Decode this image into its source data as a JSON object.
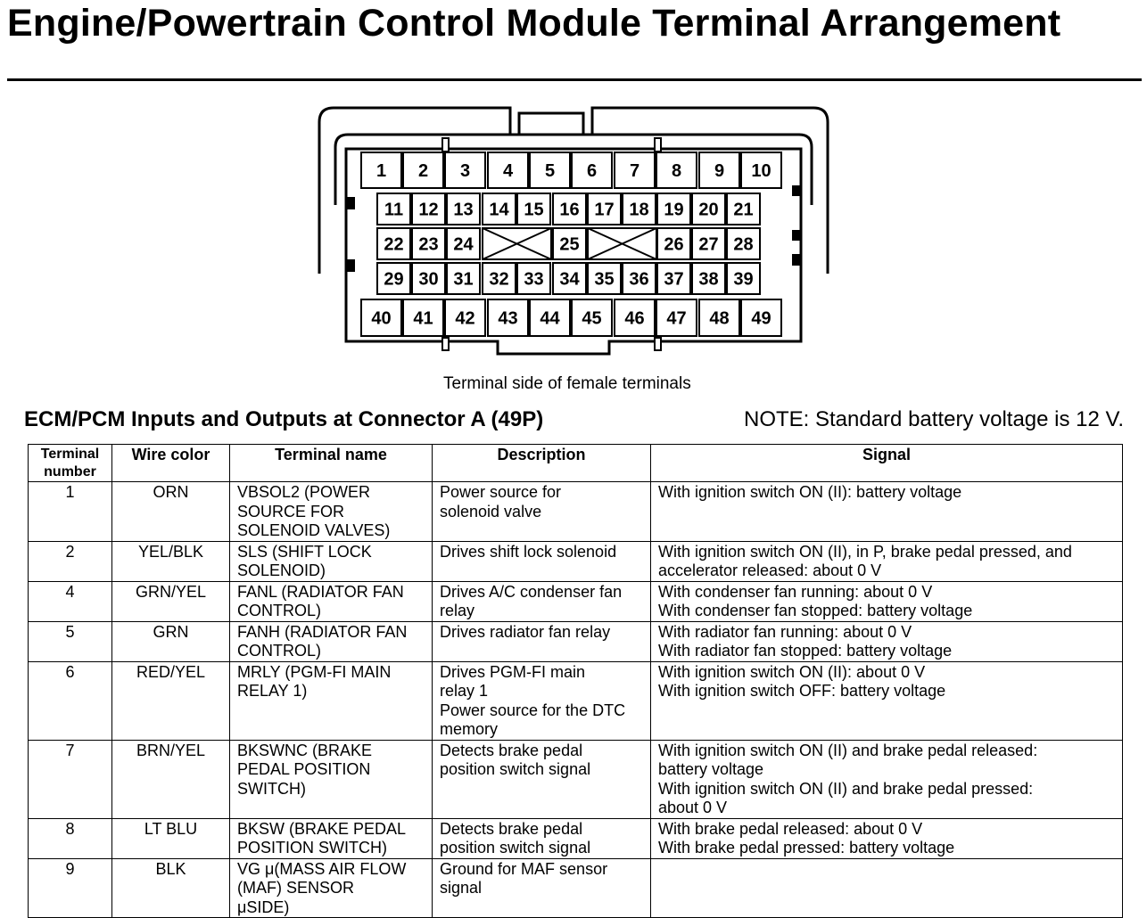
{
  "page_title": "Engine/Powertrain Control Module Terminal Arrangement",
  "connector": {
    "caption": "Terminal side of female terminals",
    "pins_row1": [
      "1",
      "2",
      "3",
      "4",
      "5",
      "6",
      "7",
      "8",
      "9",
      "10"
    ],
    "pins_row2": [
      "11",
      "12",
      "13",
      "14",
      "15",
      "16",
      "17",
      "18",
      "19",
      "20",
      "21"
    ],
    "pins_row3": [
      "22",
      "23",
      "24",
      "",
      "25",
      "",
      "26",
      "27",
      "28"
    ],
    "pins_row4": [
      "29",
      "30",
      "31",
      "32",
      "33",
      "34",
      "35",
      "36",
      "37",
      "38",
      "39"
    ],
    "pins_row5": [
      "40",
      "41",
      "42",
      "43",
      "44",
      "45",
      "46",
      "47",
      "48",
      "49"
    ]
  },
  "section_heading": "ECM/PCM Inputs and Outputs at Connector A (49P)",
  "note": "NOTE: Standard battery voltage is 12 V.",
  "table": {
    "headers": {
      "terminal_number": "Terminal\nnumber",
      "wire_color": "Wire color",
      "terminal_name": "Terminal name",
      "description": "Description",
      "signal": "Signal"
    },
    "rows": [
      {
        "num": "1",
        "wire": "ORN",
        "name": "VBSOL2 (POWER\nSOURCE FOR\nSOLENOID VALVES)",
        "desc": "Power source for\nsolenoid valve",
        "signal": "With ignition switch ON (II): battery voltage"
      },
      {
        "num": "2",
        "wire": "YEL/BLK",
        "name": "SLS (SHIFT LOCK\nSOLENOID)",
        "desc": "Drives shift lock solenoid",
        "signal": "With ignition switch ON (II), in P, brake pedal pressed, and\naccelerator released: about 0 V"
      },
      {
        "num": "4",
        "wire": "GRN/YEL",
        "name": "FANL (RADIATOR FAN\nCONTROL)",
        "desc": "Drives A/C condenser fan\nrelay",
        "signal": "With condenser fan running: about 0 V\nWith condenser fan stopped: battery voltage"
      },
      {
        "num": "5",
        "wire": "GRN",
        "name": "FANH (RADIATOR FAN\nCONTROL)",
        "desc": "Drives radiator fan relay",
        "signal": "With radiator fan running: about 0 V\nWith radiator fan stopped: battery voltage"
      },
      {
        "num": "6",
        "wire": "RED/YEL",
        "name": "MRLY (PGM-FI MAIN\nRELAY 1)",
        "desc": "Drives PGM-FI main\nrelay 1\nPower source for the DTC\nmemory",
        "signal": "With ignition switch ON (II): about 0 V\nWith ignition switch OFF: battery voltage"
      },
      {
        "num": "7",
        "wire": "BRN/YEL",
        "name": "BKSWNC (BRAKE\nPEDAL POSITION\nSWITCH)",
        "desc": "Detects brake pedal\nposition switch signal",
        "signal": "With ignition switch ON (II) and brake pedal released:\nbattery voltage\nWith ignition switch ON (II) and brake pedal pressed:\nabout 0 V"
      },
      {
        "num": "8",
        "wire": "LT BLU",
        "name": "BKSW (BRAKE PEDAL\nPOSITION SWITCH)",
        "desc": "Detects brake pedal\nposition switch signal",
        "signal": "With brake pedal released: about 0 V\nWith brake pedal pressed: battery voltage"
      },
      {
        "num": "9",
        "wire": "BLK",
        "name": "VG   μ(MASS AIR FLOW\n(MAF) SENSOR\n    μSIDE)",
        "desc": "Ground for MAF sensor\nsignal",
        "signal": ""
      }
    ]
  }
}
